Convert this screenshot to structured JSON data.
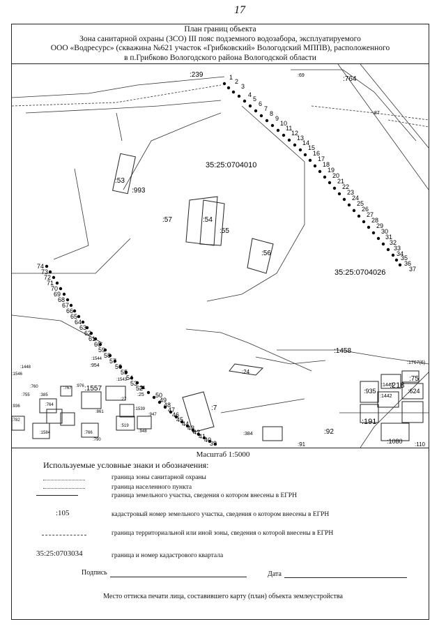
{
  "page_number": "17",
  "title": [
    "План границ объекта",
    "Зона санитарной охраны (ЗСО) III пояс подземного водозабора, эксплуатируемого",
    "ООО «Водресурс» (скважина №621 участок «Грибковский» Вологодский МППВ), расположенного",
    "в п.Грибково Вологодского района Вологодской области"
  ],
  "map": {
    "labels": {
      "q1": "35:25:0704010",
      "q2": "35:25:0704026",
      "p239": ":239",
      "p764": ":764",
      "p69": ":69",
      "p87": ":87",
      "p53": ":53",
      "p993": ":993",
      "p57": ":57",
      "p54": ":54",
      "p55": ":55",
      "p56": ":56",
      "p1458": ":1458",
      "p24": ":24",
      "p1767": ":1767(6)",
      "p75": ":75",
      "p218": ":218",
      "p1443": ":1443",
      "p1442": ":1442",
      "p935": ":935",
      "p624": ":624",
      "p191": ":191",
      "p92": ":92",
      "p1080": ":1080",
      "p91": ":91",
      "p110": ":110",
      "p384": ":384",
      "p7": ":7",
      "p1557": ":1557",
      "p1544": ":1544",
      "p954": ":954",
      "p1448": ":1448",
      "p1546": ":1546",
      "p976": ":976",
      "p767": ":767",
      "p1539": ":1539",
      "p947": ":947",
      "p519": ":519",
      "p948": ":948",
      "p861": ":861",
      "p766": ":766",
      "p790": ":790",
      "p764b": ":764",
      "p760": ":760",
      "p385": ":385",
      "p1584": ":1584",
      "p27": ":27",
      "p25": ":25",
      "p51": ":51",
      "p1543": ":1543",
      "p755": ":755",
      "p936": ":936",
      "p782": ":782"
    }
  },
  "scale": "Масштаб 1:5000",
  "legend": {
    "title": "Используемые условные знаки и обозначения:",
    "items": [
      "граница зоны санитарной охраны",
      "граница населенного пункта",
      "граница земельного участка, сведения о котором внесены в ЕГРН",
      "кадастровый номер земельного участка, сведения о котором внесены в ЕГРН",
      "граница территориальной или иной зоны, сведения о которой внесены в ЕГРН",
      "граница и номер кадастрового квартала"
    ],
    "sample_parcel": ":105",
    "sample_quarter": "35:25:0703034"
  },
  "signature": {
    "sign_label": "Подпись",
    "date_label": "Дата"
  },
  "stamp": "Место оттиска печати лица, составившего карту (план) объекта землеустройства"
}
